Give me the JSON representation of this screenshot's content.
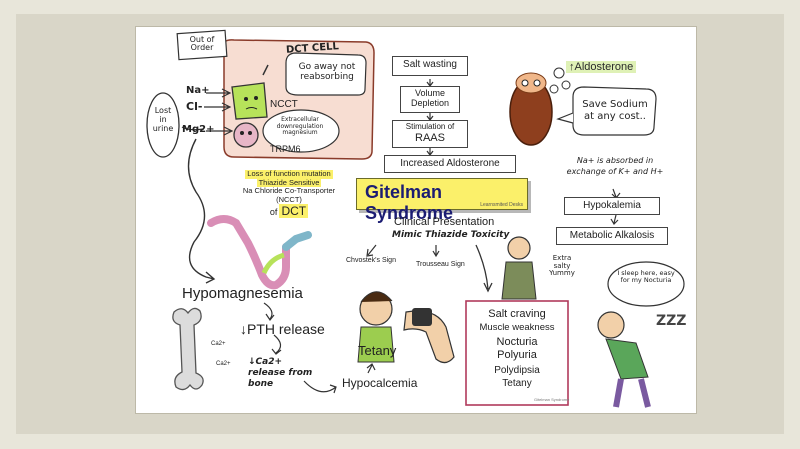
{
  "colors": {
    "cell_fill": "#f7ddd2",
    "accent_red": "#e0242a",
    "title_yellow": "#fbf06a",
    "title_navy": "#1b1c73",
    "ion_navy": "#1d2b7a",
    "green_cell": "#b7e25a",
    "kidney_brown": "#8e3f1e"
  },
  "cell": {
    "title": "DCT CELL",
    "out_of_order": "Out of Order",
    "go_away": "Go away not reabsorbing",
    "ncct": "NCCT",
    "trpm6_bubble": "Extracellular downregulation magnesium",
    "trpm6": "TRPM6",
    "na": "Na+",
    "cl": "Cl-",
    "mg": "Mg2+",
    "lost_in_urine": "Lost in urine"
  },
  "raas_flow": {
    "salt_wasting": "Salt wasting",
    "volume_depletion": "Volume Depletion",
    "stimulation_of": "Stimulation of",
    "raas": "RAAS",
    "increased_aldosterone": "Increased Aldosterone"
  },
  "aldo": {
    "up_aldosterone": "↑Aldosterone",
    "save_sodium": "Save Sodium at any cost..",
    "na_absorbed": "Na+ is absorbed in exchange of K+ and H+",
    "hypokalemia": "Hypokalemia",
    "metabolic_alkalosis": "Metabolic Alkalosis"
  },
  "mutation": {
    "line1": "Loss of function mutation",
    "line2": "Thiazide Sensitive",
    "line3": "Na Chloride Co-Transporter",
    "line4": "(NCCT)",
    "of": "of",
    "dct": "DCT"
  },
  "title": {
    "main": "Gitelman Syndrome",
    "credit": "Learnsmited Desks"
  },
  "clinical": {
    "heading": "Clinical Presentation",
    "mimic": "Mimic Thiazide Toxicity",
    "chvostek": "Chvostek's Sign",
    "trousseau": "Trousseau Sign",
    "extra_salty": "Extra salty Yummy",
    "sleep_bubble": "I sleep here, easy for my Nocturia",
    "symptoms": [
      "Salt craving",
      "Muscle weakness",
      "Nocturia",
      "Polyuria",
      "Polydipsia",
      "Tetany"
    ],
    "tiny_credit": "Gitelman Syndrome"
  },
  "magnesium": {
    "hypomagnesemia": "Hypomagnesemia",
    "pth_release": "↓PTH release",
    "ca_release": "↓Ca2+ release from bone",
    "ca_label": "Ca2+",
    "tetany": "Tetany",
    "hypocalcemia": "Hypocalcemia"
  }
}
